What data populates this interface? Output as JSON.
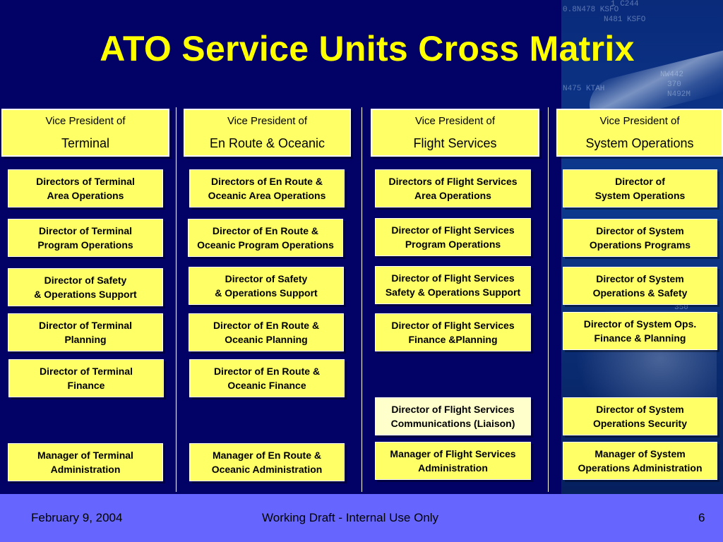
{
  "title": "ATO Service Units Cross Matrix",
  "colors": {
    "background": "#020266",
    "title": "#ffff00",
    "box": "#ffff66",
    "box_light": "#ffffcc",
    "footer": "#6666ff"
  },
  "columns": [
    {
      "vp_line1": "Vice President of",
      "vp_line2": "Terminal",
      "boxes": [
        "Directors of Terminal\nArea Operations",
        "Director of Terminal\nProgram Operations",
        "Director of Safety\n& Operations Support",
        "Director of Terminal\nPlanning",
        "Director of Terminal\nFinance",
        "Manager of Terminal\nAdministration"
      ]
    },
    {
      "vp_line1": "Vice President of",
      "vp_line2": "En Route & Oceanic",
      "boxes": [
        "Directors of En Route &\nOceanic Area Operations",
        "Director of En Route &\nOceanic Program Operations",
        "Director of Safety\n& Operations Support",
        "Director of En Route &\nOceanic Planning",
        "Director of En Route &\nOceanic Finance",
        "Manager of En Route &\nOceanic Administration"
      ]
    },
    {
      "vp_line1": "Vice President of",
      "vp_line2": "Flight Services",
      "boxes": [
        "Directors of Flight Services\nArea Operations",
        "Director of Flight Services\nProgram Operations",
        "Director of Flight Services\nSafety & Operations Support",
        "Director of Flight Services\nFinance &Planning",
        "Director of Flight Services\nCommunications (Liaison)",
        "Manager of Flight Services\nAdministration"
      ]
    },
    {
      "vp_line1": "Vice President of",
      "vp_line2": "System Operations",
      "boxes": [
        "Director of\nSystem Operations",
        "Director of System\nOperations Programs",
        "Director of System\nOperations & Safety",
        "Director of System Ops.\nFinance & Planning",
        "Director of System\nOperations Security",
        "Manager of System\nOperations Administration"
      ]
    }
  ],
  "footer": {
    "date": "February 9, 2004",
    "center": "Working Draft -  Internal Use Only",
    "page": "6"
  }
}
